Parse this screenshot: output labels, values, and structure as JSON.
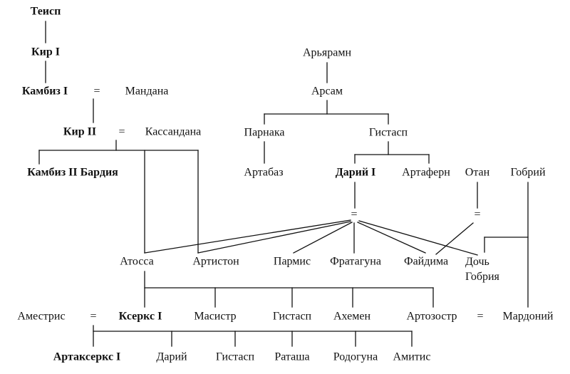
{
  "people": {
    "teisp": "Теисп",
    "kir1": "Кир I",
    "kambiz1": "Камбиз I",
    "mandana": "Мандана",
    "kir2": "Кир II",
    "kassandana": "Кассандана",
    "kambiz2_bardiya": "Камбиз II Бардия",
    "aryaramn": "Арьярамн",
    "arsam": "Арсам",
    "parnaka": "Парнака",
    "gistasp1": "Гистасп",
    "artabaz": "Артабаз",
    "darii1": "Дарий I",
    "artafern": "Артаферн",
    "otan": "Отан",
    "gobrii": "Гобрий",
    "atossa": "Атосса",
    "artiston": "Артистон",
    "parmis": "Пармис",
    "fratraguna": "Фратагуна",
    "faidima": "Файдима",
    "doch_gobriya": "Дочь\nГобрия",
    "amestris": "Аместрис",
    "kserks1": "Ксеркс I",
    "masistr": "Масистр",
    "gistasp2": "Гистасп",
    "ahemen": "Ахемен",
    "artozostr": "Артозостр",
    "mardonii": "Мардоний",
    "artakserks1": "Артаксеркс I",
    "darii2": "Дарий",
    "gistasp3": "Гистасп",
    "ratasha": "Раташа",
    "rodoguna": "Родогуна",
    "amitis": "Амитис"
  },
  "marriage_symbol": "="
}
